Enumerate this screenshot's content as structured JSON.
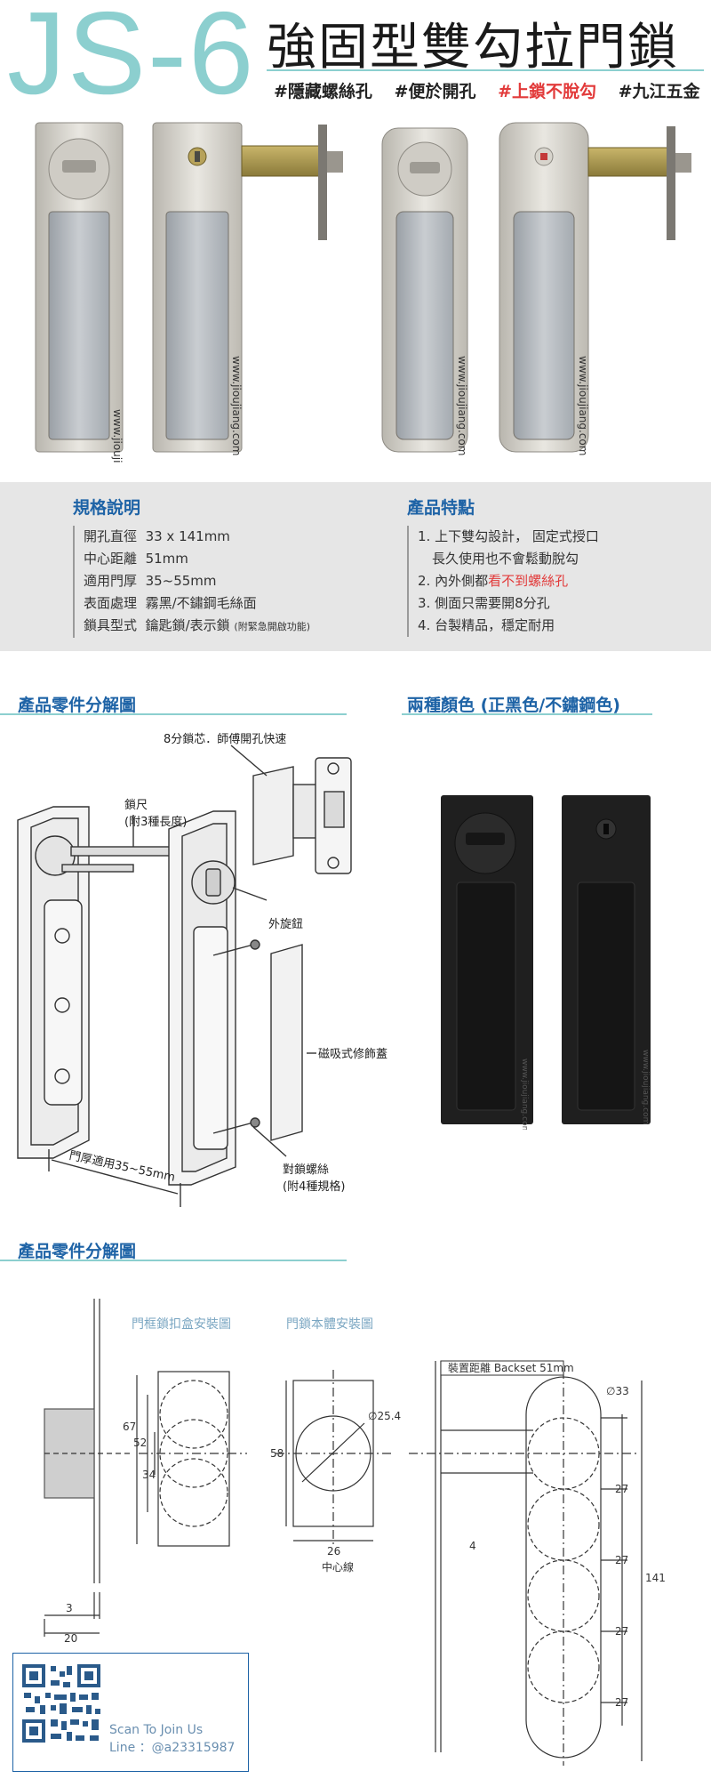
{
  "header": {
    "model": "JS-6",
    "title": "強固型雙勾拉門鎖",
    "tags": [
      "#隱藏螺絲孔",
      "#便於開孔",
      "#上鎖不脫勾",
      "#九江五金"
    ],
    "highlight_tag_color": "#e23a3a"
  },
  "watermark": "www.jioujiang.com",
  "specs": {
    "heading": "規格說明",
    "items": [
      {
        "label": "開孔直徑",
        "value": "33 x 141mm"
      },
      {
        "label": "中心距離",
        "value": "51mm"
      },
      {
        "label": "適用門厚",
        "value": "35~55mm"
      },
      {
        "label": "表面處理",
        "value": "霧黑/不鏽鋼毛絲面"
      },
      {
        "label": "鎖具型式",
        "value": "鑰匙鎖/表示鎖",
        "note": "(附緊急開啟功能)"
      }
    ]
  },
  "features": {
    "heading": "產品特點",
    "line1": "1. 上下雙勾設計， 固定式授口",
    "line1b": "長久使用也不會鬆動脫勾",
    "line2_pre": "2. 內外側都",
    "line2_red": "看不到螺絲孔",
    "line3": "3. 側面只需要開8分孔",
    "line4": "4. 台製精品，穩定耐用"
  },
  "section_exploded": {
    "heading": "產品零件分解圖",
    "callouts": {
      "core": "8分鎖芯．師傅開孔快速",
      "spindle": "鎖尺",
      "spindle_note": "(附3種長度)",
      "knob": "外旋鈕",
      "cover": "磁吸式修飾蓋",
      "door_thickness": "門厚適用35~55mm",
      "screws": "對鎖螺絲",
      "screws_note": "(附4種規格)"
    }
  },
  "section_colors": {
    "heading": "兩種顏色 (正黑色/不鏽鋼色)"
  },
  "section_dimensions": {
    "heading": "產品零件分解圖",
    "strike_title": "門框鎖扣盒安裝圖",
    "body_title": "門鎖本體安裝圖",
    "center_label": "中心線",
    "backset": "裝置距離 Backset 51mm",
    "dims": {
      "d67": "67",
      "d52": "52",
      "d34": "34",
      "d3": "3",
      "d20": "20",
      "d58": "58",
      "d26": "26",
      "d4": "4",
      "dia254": "∅25.4",
      "dia33": "∅33",
      "d27": "27",
      "d141": "141"
    }
  },
  "footer": {
    "scan": "Scan To Join Us",
    "line": "Line ：@a23315987"
  },
  "colors": {
    "accent": "#8ccfcf",
    "heading": "#1e63a6",
    "band": "#e6e6e6"
  }
}
